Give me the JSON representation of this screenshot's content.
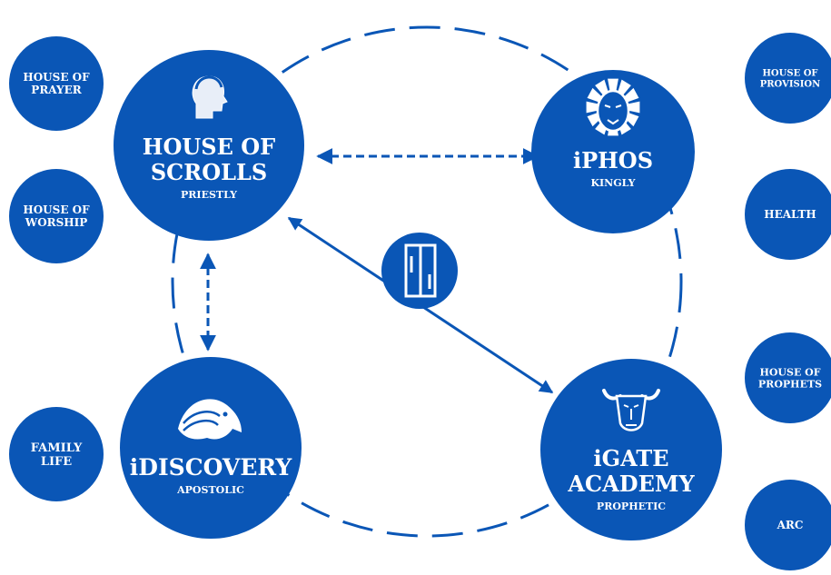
{
  "colors": {
    "primary": "#0a56b6",
    "text_on_primary": "#ffffff",
    "background": "#ffffff"
  },
  "main_nodes": [
    {
      "id": "house-of-scrolls",
      "lines": [
        "HOUSE OF",
        "SCROLLS"
      ],
      "sub": "PRIESTLY",
      "icon": "man-profile-icon"
    },
    {
      "id": "iphos",
      "lines": [
        "iPHOS"
      ],
      "sub": "KINGLY",
      "icon": "lion-head-icon"
    },
    {
      "id": "idiscovery",
      "lines": [
        "iDISCOVERY"
      ],
      "sub": "APOSTOLIC",
      "icon": "eagle-head-icon"
    },
    {
      "id": "igate-academy",
      "lines": [
        "iGATE",
        "ACADEMY"
      ],
      "sub": "PROPHETIC",
      "icon": "ox-head-icon"
    }
  ],
  "center_node": {
    "icon": "door-logo-icon"
  },
  "side_nodes": [
    {
      "id": "house-of-prayer",
      "lines": [
        "HOUSE OF",
        "PRAYER"
      ]
    },
    {
      "id": "house-of-worship",
      "lines": [
        "HOUSE OF",
        "WORSHIP"
      ]
    },
    {
      "id": "family-life",
      "lines": [
        "FAMILY",
        "LIFE"
      ]
    },
    {
      "id": "house-of-provision",
      "lines": [
        "HOUSE OF",
        "PROVISION"
      ]
    },
    {
      "id": "health",
      "lines": [
        "HEALTH"
      ]
    },
    {
      "id": "house-of-prophets",
      "lines": [
        "HOUSE OF",
        "PROPHETS"
      ]
    },
    {
      "id": "arc",
      "lines": [
        "ARC"
      ]
    }
  ]
}
